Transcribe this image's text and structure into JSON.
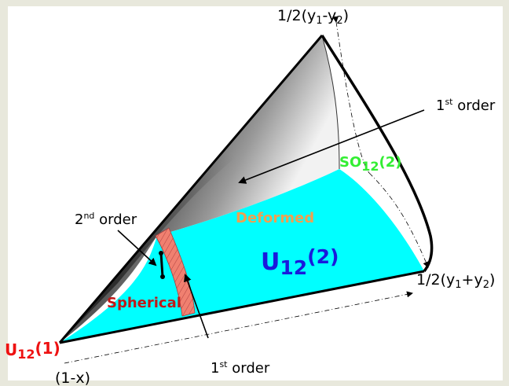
{
  "labels": {
    "top": "1/2(y₁-y₂)",
    "top_main": "1/2(y",
    "top_sub1": "1",
    "top_mid": "-y",
    "top_sub2": "2",
    "top_close": ")",
    "right_main": "1/2(y",
    "right_sub1": "1",
    "right_mid": "+y",
    "right_sub2": "2",
    "right_close": ")",
    "bottom_left": "(1-x)",
    "first_order_top_base": "1",
    "first_order_top_sup": "st",
    "first_order_top_word": " order",
    "first_order_bottom_base": "1",
    "first_order_bottom_sup": "st",
    "first_order_bottom_word": " order",
    "second_order_base": "2",
    "second_order_sup": "nd",
    "second_order_word": " order",
    "so12_main": "SO",
    "so12_sub": "12",
    "so12_arg": "(2)",
    "u12_2_main": "U",
    "u12_2_sub": "12",
    "u12_2_arg": "(2)",
    "u12_1_main": "U",
    "u12_1_sub": "12",
    "u12_1_arg": "(1)",
    "deformed": "Deformed",
    "spherical": "Spherical"
  },
  "colors": {
    "background": "#e8e8dc",
    "canvas": "#ffffff",
    "cyan_region": "#00ffff",
    "so12_text": "#33ee33",
    "u12_2_text": "#1a1adc",
    "u12_1_text": "#ee1111",
    "deformed_text": "#f0a050",
    "spherical_text": "#c01818",
    "spherical_patch": "#f08070"
  }
}
